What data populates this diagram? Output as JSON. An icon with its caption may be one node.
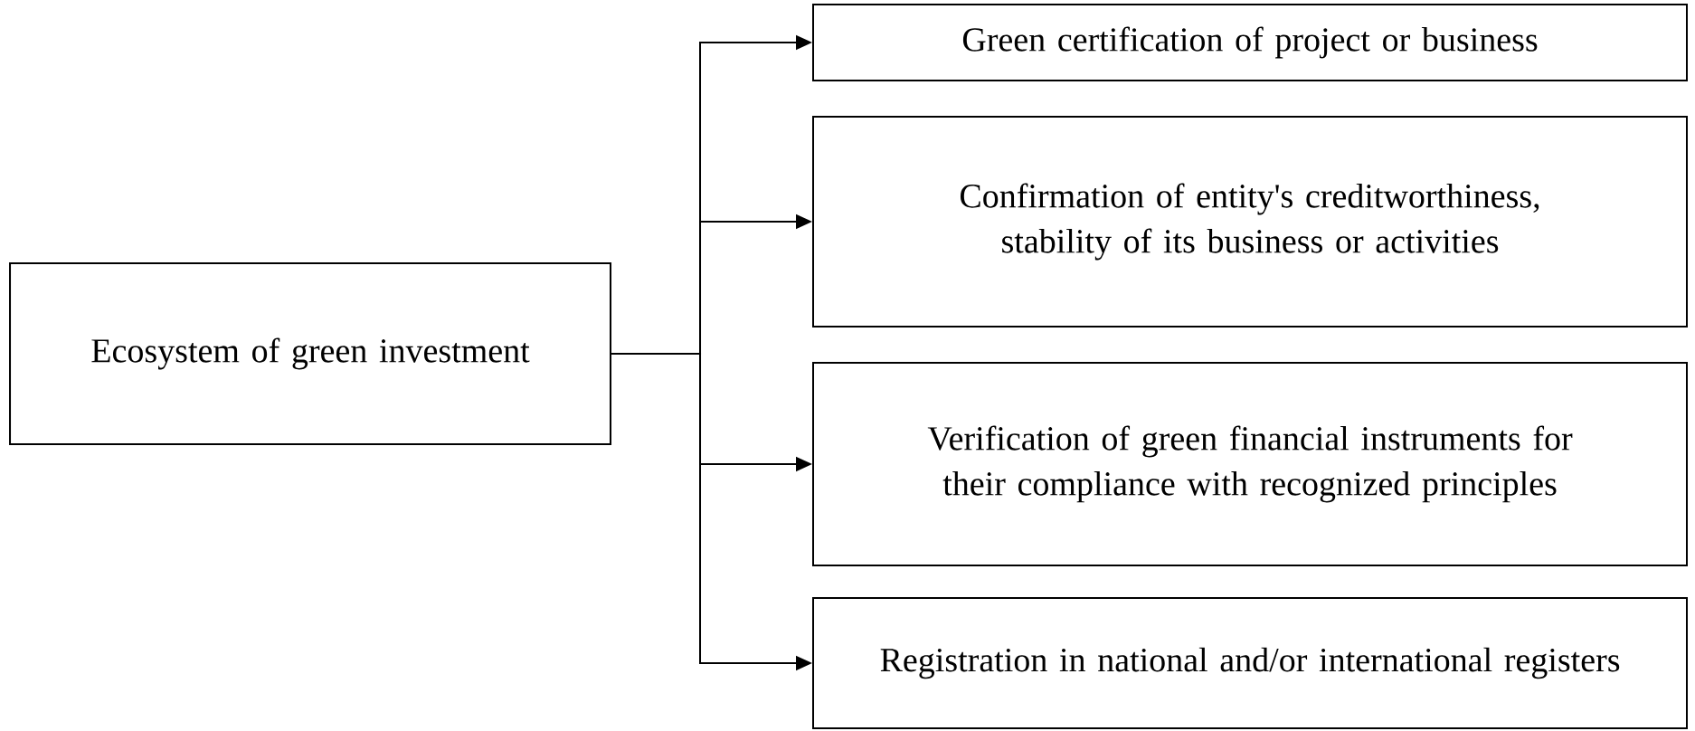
{
  "diagram": {
    "nodes": [
      {
        "text": [
          "Ecosystem of green investment"
        ]
      },
      {
        "text": [
          "Green certification of project or business"
        ]
      },
      {
        "text": [
          "Confirmation of entity's creditworthiness, stability of its business or activities"
        ]
      },
      {
        "text": [
          "Verification of green financial instruments for their compliance with recognized principles"
        ]
      },
      {
        "text": [
          "Registration in national and/or international registers"
        ]
      }
    ],
    "edges": [
      {
        "from": 0,
        "to": 1,
        "arrow": "to"
      },
      {
        "from": 0,
        "to": 2,
        "arrow": "to"
      },
      {
        "from": 0,
        "to": 3,
        "arrow": "to"
      },
      {
        "from": 0,
        "to": 4,
        "arrow": "to"
      }
    ]
  }
}
